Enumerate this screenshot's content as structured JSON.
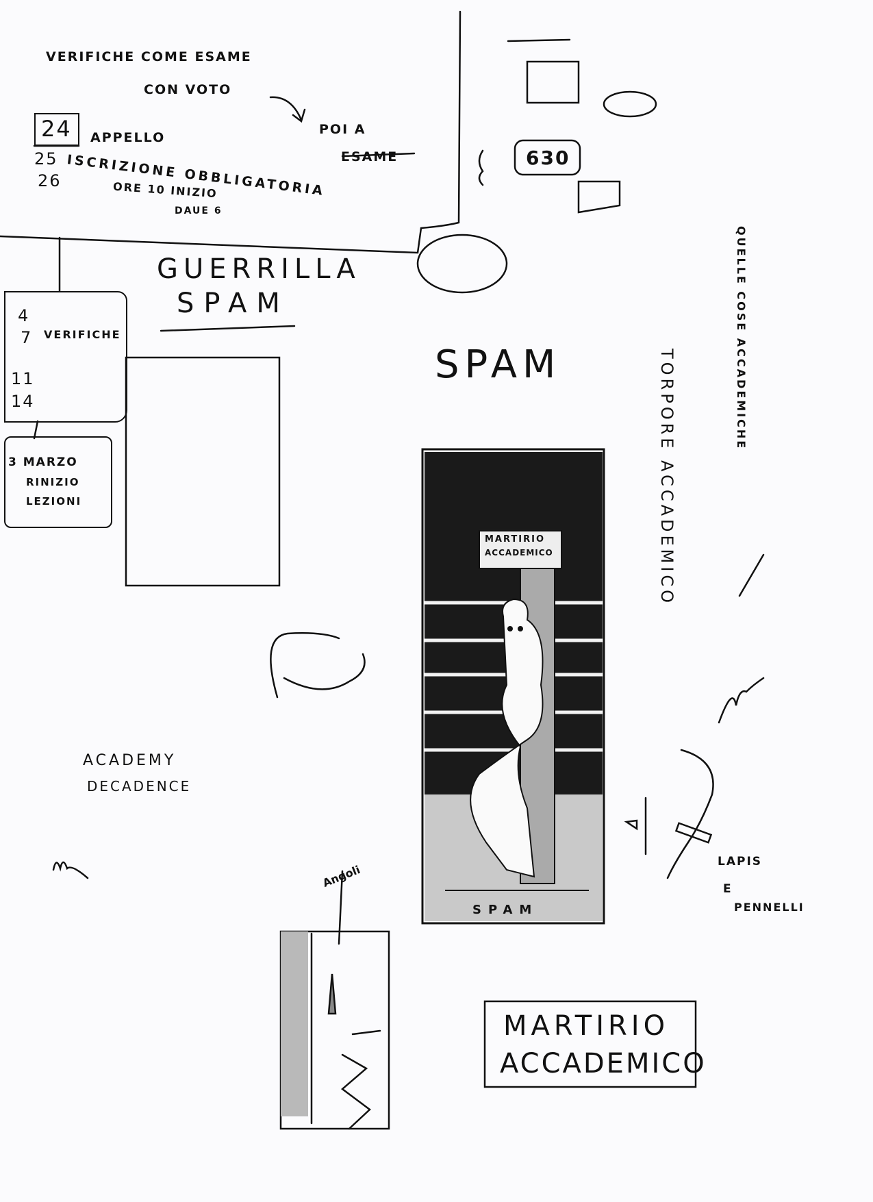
{
  "notes": {
    "line1": "VERIFICHE COME ESAME",
    "line2": "CON VOTO",
    "arrow_target_1": "POI A",
    "arrow_target_2": "ESAME",
    "date_24": "24",
    "appello": "APPELLO",
    "date_25": "25",
    "iscrizione": "ISCRIZIONE OBBLIGATORIA",
    "date_26": "26",
    "ore": "ORE 10 INIZIO",
    "aula": "DAUE 6"
  },
  "title_guerrilla": "GUERRILLA",
  "title_spam": "SPAM",
  "calendar": {
    "items": [
      "4",
      "7",
      "11",
      "14"
    ],
    "label": "VERIFICHE"
  },
  "restart_box": {
    "line1": "3 MARZO",
    "line2": "RINIZIO",
    "line3": "LEZIONI"
  },
  "spam_heading": "SPAM",
  "central_drawing": {
    "plaque_line1": "MARTIRIO",
    "plaque_line2": "ACCADEMICO",
    "base_label": "SPAM"
  },
  "torpore": "TORPORE ACCADEMICO",
  "quelle": "QUELLE COSE ACCADEMICHE",
  "academy": {
    "line1": "ACADEMY",
    "line2": "DECADENCE"
  },
  "angoli": "Angoli",
  "lapis": {
    "line1": "LAPIS",
    "line2": "E",
    "line3": "PENNELLI"
  },
  "final_title": {
    "line1": "MARTIRIO",
    "line2": "ACCADEMICO"
  },
  "sketch_icon_text": "630"
}
